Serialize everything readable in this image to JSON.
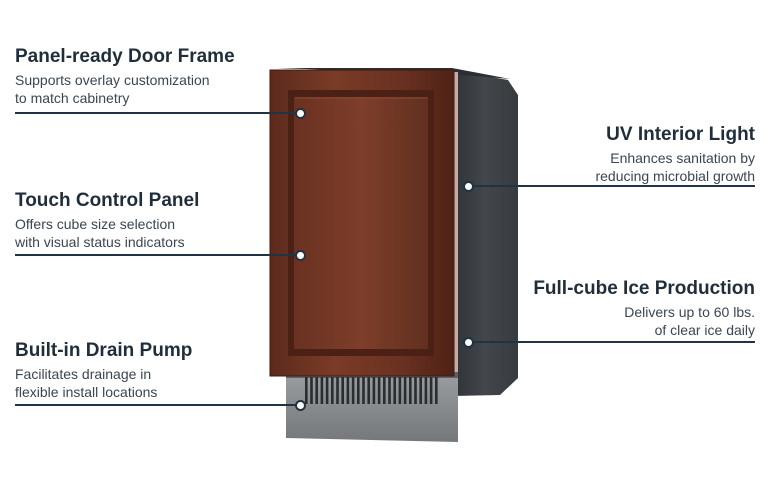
{
  "callouts": {
    "door_frame": {
      "title": "Panel-ready Door Frame",
      "line1": "Supports overlay customization",
      "line2": "to match cabinetry"
    },
    "touch_panel": {
      "title": "Touch Control Panel",
      "line1": "Offers cube size selection",
      "line2": "with visual status indicators"
    },
    "drain_pump": {
      "title": "Built-in Drain Pump",
      "line1": "Facilitates drainage in",
      "line2": "flexible install locations"
    },
    "uv_light": {
      "title": "UV Interior Light",
      "line1": "Enhances sanitation by",
      "line2": "reducing microbial growth"
    },
    "ice_production": {
      "title": "Full-cube Ice Production",
      "line1": "Delivers up to 60 lbs.",
      "line2": "of clear ice daily"
    }
  },
  "colors": {
    "text_dark": "#1f2e3a",
    "leader_line": "#1f3342",
    "wood_door": "#6e3423",
    "cabinet_side": "#3c4044",
    "kick_plate": "#8a8d90"
  },
  "icons": [
    "callout-dot"
  ]
}
